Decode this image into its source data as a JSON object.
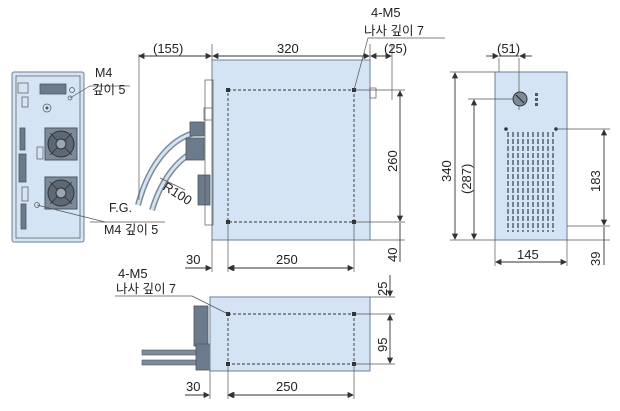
{
  "colors": {
    "body_fill": "#d4e4f4",
    "outline": "#6b7f93",
    "line": "#333333"
  },
  "left_view": {
    "m4_label": "M4",
    "m4_depth": "깊이 5",
    "fg_label": "F.G.",
    "fg_depth": "M4 깊이 5"
  },
  "front_view": {
    "hole_label": "4-M5",
    "hole_depth": "나사 깊이 7",
    "dim_155": "(155)",
    "dim_320": "320",
    "dim_25": "(25)",
    "dim_260": "260",
    "dim_40": "40",
    "dim_30": "30",
    "dim_250": "250",
    "radius": "R100"
  },
  "side_view": {
    "dim_51": "(51)",
    "dim_340": "340",
    "dim_287": "(287)",
    "dim_183": "183",
    "dim_145": "145",
    "dim_39": "39"
  },
  "bottom_view": {
    "hole_label": "4-M5",
    "hole_depth": "나사 깊이 7",
    "dim_25": "25",
    "dim_95": "95",
    "dim_30": "30",
    "dim_250": "250"
  }
}
